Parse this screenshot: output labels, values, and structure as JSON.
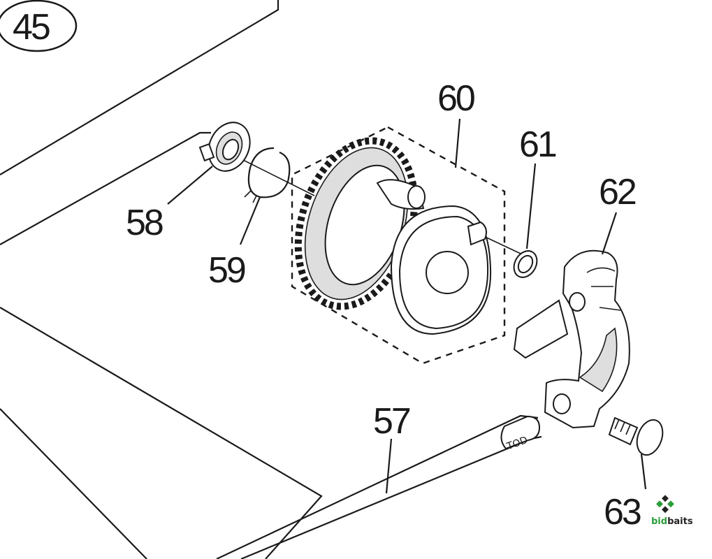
{
  "callout": "45",
  "parts": [
    {
      "id": "57",
      "label": "57"
    },
    {
      "id": "58",
      "label": "58"
    },
    {
      "id": "59",
      "label": "59"
    },
    {
      "id": "60",
      "label": "60"
    },
    {
      "id": "61",
      "label": "61"
    },
    {
      "id": "62",
      "label": "62"
    },
    {
      "id": "63",
      "label": "63"
    }
  ],
  "watermark": {
    "text_bid": "bid",
    "text_baits": "baits",
    "color_bid": "#2a9d3a",
    "color_baits": "#222222"
  },
  "colors": {
    "line": "#1a1a1a",
    "shade": "#dedede",
    "background": "#ffffff"
  }
}
